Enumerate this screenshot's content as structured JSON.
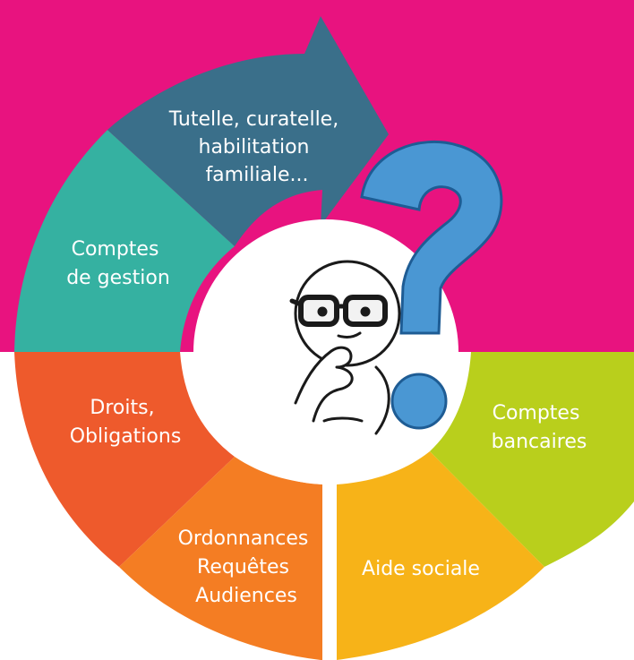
{
  "colors": {
    "top_background": "#e8137f",
    "tutelle": "#3a6f8a",
    "comptes_gestion": "#35b1a1",
    "droits": "#ee5a2c",
    "ordonnances": "#f47d23",
    "aide_sociale": "#f7b318",
    "comptes_bancaires": "#b9cf1c",
    "question_mark": "#4a97d3",
    "center": "#ffffff"
  },
  "segments": {
    "tutelle": {
      "lines": [
        "Tutelle, curatelle,",
        "habilitation",
        "familiale..."
      ]
    },
    "comptes_gestion": {
      "lines": [
        "Comptes",
        "de gestion"
      ]
    },
    "droits": {
      "lines": [
        "Droits,",
        "Obligations"
      ]
    },
    "ordonnances": {
      "lines": [
        "Ordonnances",
        "Requêtes",
        "Audiences"
      ]
    },
    "aide_sociale": {
      "lines": [
        "Aide sociale"
      ]
    },
    "comptes_bancaires": {
      "lines": [
        "Comptes",
        "bancaires"
      ]
    }
  },
  "icons": {
    "question_mark": "question-mark-icon",
    "thinking_person": "thinking-person-icon"
  }
}
